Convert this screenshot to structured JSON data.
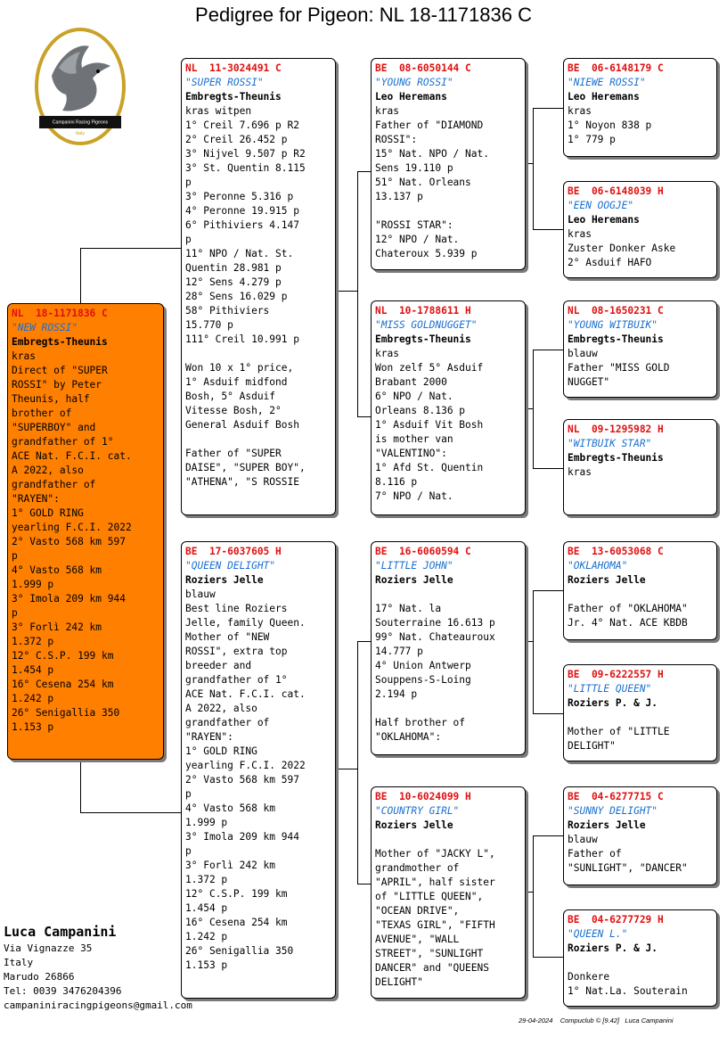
{
  "title": "Pedigree for Pigeon: NL  18-1171836 C",
  "logo": {
    "icon": "pigeon-club-emblem-icon",
    "text_line1": "Campanini Racing Pigeons",
    "text_line2": "Italy"
  },
  "pigeons": [
    {
      "id": "main",
      "ring": "NL  18-1171836 C",
      "name": "\"NEW ROSSI\"",
      "owner": "Embregts-Theunis",
      "lines": [
        "kras",
        "Direct of \"SUPER",
        "ROSSI\" by Peter",
        "Theunis, half",
        "brother of",
        "\"SUPERBOY\" and",
        "grandfather of 1°",
        "ACE Nat. F.C.I. cat.",
        "A 2022, also",
        "grandfather of",
        "\"RAYEN\":",
        "1° GOLD RING",
        "yearling F.C.I. 2022",
        "2° Vasto 568 km 597",
        "p",
        "4° Vasto 568 km",
        "1.999 p",
        "3° Imola 209 km 944",
        "p",
        "3° Forlì 242 km",
        "1.372 p",
        "12° C.S.P. 199 km",
        "1.454 p",
        "16° Cesena 254 km",
        "1.242 p",
        "26° Senigallia 350",
        "1.153 p"
      ]
    },
    {
      "id": "sire",
      "ring": "NL  11-3024491 C",
      "name": "\"SUPER ROSSI\"",
      "owner": "Embregts-Theunis",
      "lines": [
        "kras witpen",
        "1° Creil 7.696 p R2",
        "2° Creil 26.452 p",
        "3° Nijvel 9.507 p R2",
        "3° St. Quentin 8.115",
        "p",
        "3° Peronne 5.316 p",
        "4° Peronne 19.915 p",
        "6° Pithiviers 4.147",
        "p",
        "11° NPO / Nat. St.",
        "Quentin 28.981 p",
        "12° Sens 4.279 p",
        "28° Sens 16.029 p",
        "58° Pithiviers",
        "15.770 p",
        "111° Creil 10.991 p",
        "",
        "Won 10 x 1° price,",
        "1° Asduif midfond",
        "Bosh, 5° Asduif",
        "Vitesse Bosh, 2°",
        "General Asduif Bosh",
        "",
        "Father of \"SUPER",
        "DAISE\", \"SUPER BOY\",",
        "\"ATHENA\", \"S ROSSIE"
      ]
    },
    {
      "id": "dam",
      "ring": "BE  17-6037605 H",
      "name": "\"QUEEN DELIGHT\"",
      "owner": "Roziers Jelle",
      "lines": [
        "blauw",
        "Best line Roziers",
        "Jelle, family Queen.",
        "Mother of \"NEW",
        "ROSSI\", extra top",
        "breeder and",
        "grandfather of 1°",
        "ACE Nat. F.C.I. cat.",
        "A 2022, also",
        "grandfather of",
        "\"RAYEN\":",
        "1° GOLD RING",
        "yearling F.C.I. 2022",
        "2° Vasto 568 km 597",
        "p",
        "4° Vasto 568 km",
        "1.999 p",
        "3° Imola 209 km 944",
        "p",
        "3° Forlì 242 km",
        "1.372 p",
        "12° C.S.P. 199 km",
        "1.454 p",
        "16° Cesena 254 km",
        "1.242 p",
        "26° Senigallia 350",
        "1.153 p"
      ]
    },
    {
      "id": "ss",
      "ring": "BE  08-6050144 C",
      "name": "\"YOUNG ROSSI\"",
      "owner": "Leo Heremans",
      "lines": [
        "kras",
        "Father of \"DIAMOND",
        "ROSSI\":",
        "15° Nat. NPO / Nat.",
        "Sens 19.110 p",
        "51° Nat. Orleans",
        "13.137 p",
        "",
        "\"ROSSI STAR\":",
        "12° NPO / Nat.",
        "Chateroux 5.939 p"
      ]
    },
    {
      "id": "sd",
      "ring": "NL  10-1788611 H",
      "name": "\"MISS GOLDNUGGET\"",
      "owner": "Embregts-Theunis",
      "lines": [
        "kras",
        "Won zelf 5° Asduif",
        "Brabant 2000",
        "6° NPO / Nat.",
        "Orleans 8.136 p",
        "1° Asduif Vit Bosh",
        "is mother van",
        "\"VALENTINO\":",
        "1° Afd St. Quentin",
        "8.116 p",
        "7° NPO / Nat."
      ]
    },
    {
      "id": "ds",
      "ring": "BE  16-6060594 C",
      "name": "\"LITTLE JOHN\"",
      "owner": "Roziers Jelle",
      "lines": [
        "",
        "17° Nat. la",
        "Souterraine 16.613 p",
        "99° Nat. Chateauroux",
        "14.777 p",
        "4° Union Antwerp",
        "Souppens-S-Loing",
        "2.194 p",
        "",
        "Half brother of",
        "\"OKLAHOMA\":"
      ]
    },
    {
      "id": "dd",
      "ring": "BE  10-6024099 H",
      "name": "\"COUNTRY GIRL\"",
      "owner": "Roziers Jelle",
      "lines": [
        "",
        "Mother of \"JACKY L\",",
        "grandmother of",
        "\"APRIL\", half sister",
        "of \"LITTLE QUEEN\",",
        "\"OCEAN DRIVE\",",
        "\"TEXAS GIRL\", \"FIFTH",
        "AVENUE\", \"WALL",
        "STREET\", \"SUNLIGHT",
        "DANCER\" and \"QUEENS",
        "DELIGHT\""
      ]
    },
    {
      "id": "sss",
      "ring": "BE  06-6148179 C",
      "name": "\"NIEWE ROSSI\"",
      "owner": "Leo Heremans",
      "lines": [
        "kras",
        "1° Noyon 838 p",
        "1° 779 p"
      ]
    },
    {
      "id": "ssd",
      "ring": "BE  06-6148039 H",
      "name": "\"EEN OOGJE\"",
      "owner": "Leo Heremans",
      "lines": [
        "kras",
        "Zuster Donker Aske",
        "2° Asduif HAFO"
      ]
    },
    {
      "id": "sds",
      "ring": "NL  08-1650231 C",
      "name": "\"YOUNG WITBUIK\"",
      "owner": "Embregts-Theunis",
      "lines": [
        "blauw",
        "Father \"MISS GOLD",
        "NUGGET\""
      ]
    },
    {
      "id": "sdd",
      "ring": "NL  09-1295982 H",
      "name": "\"WITBUIK STAR\"",
      "owner": "Embregts-Theunis",
      "lines": [
        "kras"
      ]
    },
    {
      "id": "dss",
      "ring": "BE  13-6053068 C",
      "name": "\"OKLAHOMA\"",
      "owner": "Roziers Jelle",
      "lines": [
        "",
        "Father of \"OKLAHOMA\"",
        "Jr. 4° Nat. ACE KBDB"
      ]
    },
    {
      "id": "dsd",
      "ring": "BE  09-6222557 H",
      "name": "\"LITTLE QUEEN\"",
      "owner": "Roziers P. & J.",
      "lines": [
        "",
        "Mother of \"LITTLE",
        "DELIGHT\""
      ]
    },
    {
      "id": "dds",
      "ring": "BE  04-6277715 C",
      "name": "\"SUNNY DELIGHT\"",
      "owner": "Roziers Jelle",
      "lines": [
        "blauw",
        "Father of",
        "\"SUNLIGHT\", \"DANCER\""
      ]
    },
    {
      "id": "ddd",
      "ring": "BE  04-6277729 H",
      "name": "\"QUEEN L.\"",
      "owner": "Roziers P. & J.",
      "lines": [
        "",
        "Donkere",
        "1° Nat.La. Souterain"
      ]
    }
  ],
  "breeder": {
    "name": "Luca Campanini",
    "address1": "Via Vignazze 35",
    "address2": "Italy",
    "address3": "Marudo 26866",
    "phone": "Tel: 0039 3476204396",
    "email": "campaniniracingpigeons@gmail.com"
  },
  "footer": "29-04-2024    Compuclub © [9.42]   Luca Campanini",
  "colors": {
    "ring": "#e01010",
    "name": "#1a6fd0",
    "main_card": "#ff7f00",
    "shadow": "#7a7a7a"
  }
}
